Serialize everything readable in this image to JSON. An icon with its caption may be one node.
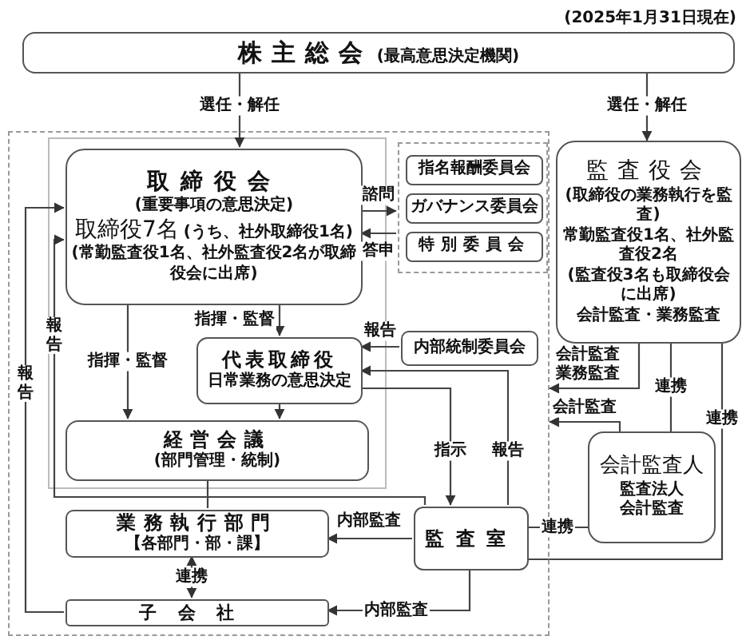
{
  "diagram": {
    "nodes": [
      {
        "text": [
          "株主総会",
          "(最高意思決定機関)"
        ],
        "beside": [
          "(2025年1月31日現在)"
        ]
      },
      {
        "text": [],
        "shape": "box"
      },
      {
        "text": [
          "取締役会",
          "(重要事項の意思決定)",
          "取締役7名",
          "(うち、社外取締役1名)",
          "(常勤監査役1名、社外監査役2名が取締役会に出席)"
        ],
        "in": 1
      },
      {
        "text": [],
        "shape": "box",
        "in": 1
      },
      {
        "text": [
          "指名報酬委員会"
        ],
        "in": 3
      },
      {
        "text": [
          "ガバナンス委員会"
        ],
        "in": 3
      },
      {
        "text": [
          "特別委員会"
        ],
        "in": 3
      },
      {
        "text": [
          "代表取締役",
          "日常業務の意思決定"
        ],
        "in": 1
      },
      {
        "text": [
          "内部統制委員会"
        ],
        "in": 1
      },
      {
        "text": [
          "経営会議",
          "(部門管理・統制)"
        ],
        "in": 1
      },
      {
        "text": [
          "業務執行部門",
          "【各部門・部・課】"
        ],
        "in": 1
      },
      {
        "text": [
          "子会社"
        ],
        "in": 1
      },
      {
        "text": [
          "監査室"
        ],
        "in": 1
      },
      {
        "text": [
          "監査役会",
          "(取締役の業務執行を監査)",
          "常勤監査役1名、社外監査役2名",
          "(監査役3名も取締役会に出席)",
          "会計監査・業務監査"
        ]
      },
      {
        "text": [
          "会計監査人",
          "監査法人",
          "会計監査"
        ]
      }
    ],
    "edges": [
      {
        "from": 0,
        "to": 2,
        "arrow": "to",
        "label": "選任・解任"
      },
      {
        "from": 0,
        "to": 13,
        "arrow": "to",
        "label": "選任・解任"
      },
      {
        "from": 2,
        "to": 3,
        "arrow": "to",
        "label": "諮問"
      },
      {
        "from": 3,
        "to": 2,
        "arrow": "to",
        "label": "答申"
      },
      {
        "from": 2,
        "to": 7,
        "arrow": "to",
        "label": "指揮・監督"
      },
      {
        "from": 2,
        "to": 9,
        "arrow": "to",
        "label": "指揮・監督"
      },
      {
        "from": 8,
        "to": 7,
        "arrow": "to",
        "label": "報告"
      },
      {
        "from": 7,
        "to": 9,
        "arrow": "to"
      },
      {
        "from": 7,
        "to": 12,
        "arrow": "to",
        "label": "指示"
      },
      {
        "from": 12,
        "to": 7,
        "arrow": "to",
        "label": "報告"
      },
      {
        "from": 9,
        "to": 10,
        "arrow": "none"
      },
      {
        "from": 12,
        "to": 10,
        "arrow": "to",
        "label": "内部監査"
      },
      {
        "from": 12,
        "to": 11,
        "arrow": "to",
        "label": "内部監査"
      },
      {
        "from": 10,
        "to": 11,
        "arrow": "both",
        "label": "連携"
      },
      {
        "from": 11,
        "to": 2,
        "arrow": "to",
        "label": "報告"
      },
      {
        "from": 12,
        "to": 2,
        "arrow": "to",
        "label": "報告"
      },
      {
        "from": 13,
        "to": 1,
        "arrow": "to",
        "label": "会計監査業務監査"
      },
      {
        "from": 14,
        "to": 1,
        "arrow": "to",
        "label": "会計監査"
      },
      {
        "from": 13,
        "to": 14,
        "arrow": "none",
        "label": "連携"
      },
      {
        "from": 13,
        "to": 12,
        "arrow": "none",
        "label": "連携"
      },
      {
        "from": 12,
        "to": 14,
        "arrow": "none",
        "label": "連携"
      }
    ]
  }
}
